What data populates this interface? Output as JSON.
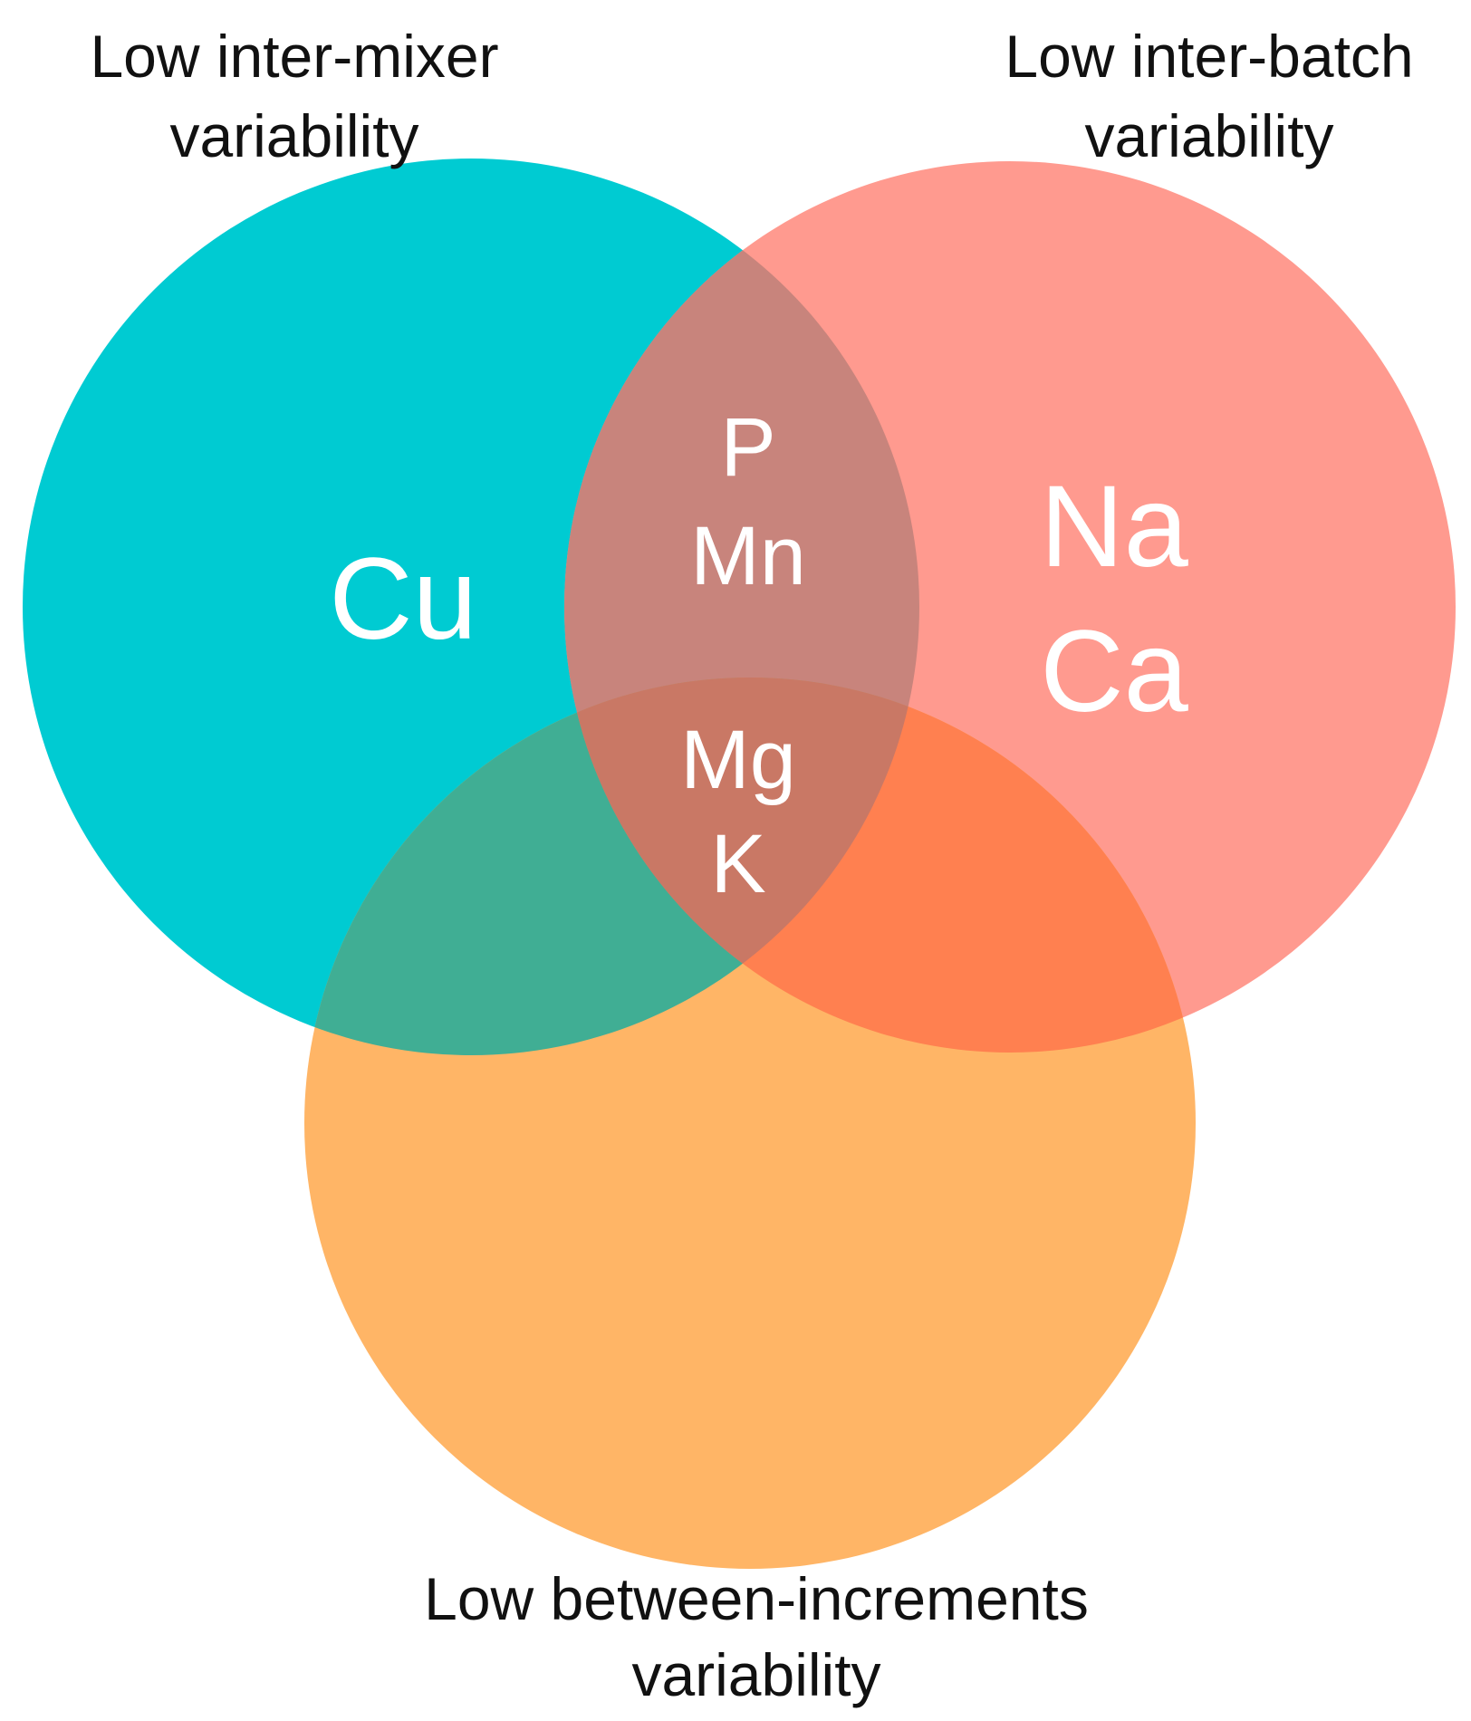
{
  "sets": {
    "inter_mixer": {
      "label_line1": "Low inter-mixer",
      "label_line2": "variability",
      "color": "#00CBD2"
    },
    "inter_batch": {
      "label_line1": "Low inter-batch",
      "label_line2": "variability",
      "color": "#FF9A8F"
    },
    "between_increments": {
      "label_line1": "Low between-increments",
      "label_line2": "variability",
      "color": "#FFB566"
    }
  },
  "regions": {
    "mixer_only": [
      "Cu"
    ],
    "batch_only": [
      "Na",
      "Ca"
    ],
    "mixer_and_batch": [
      "P",
      "Mn"
    ],
    "all_three": [
      "Mg",
      "K"
    ]
  },
  "overlap_colors": {
    "mixer_and_batch": "#C8847C",
    "mixer_and_increments": "#40AE94",
    "batch_and_increments": "#FF8050",
    "all_three": "#C97865"
  }
}
